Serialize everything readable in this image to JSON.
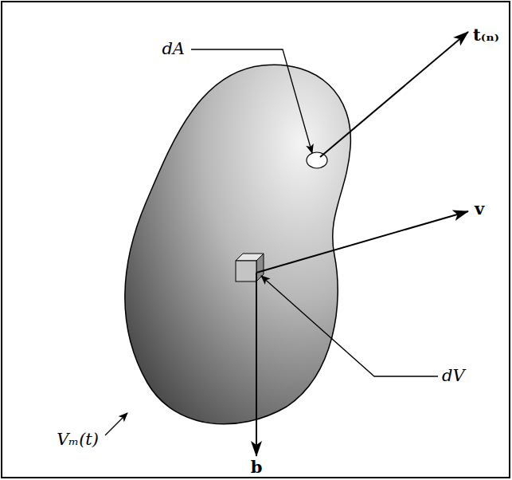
{
  "diagram": {
    "labels": [
      "dA",
      "t₍ₙ₎",
      "v",
      "dV",
      "Vₘ(t)",
      "b"
    ]
  }
}
